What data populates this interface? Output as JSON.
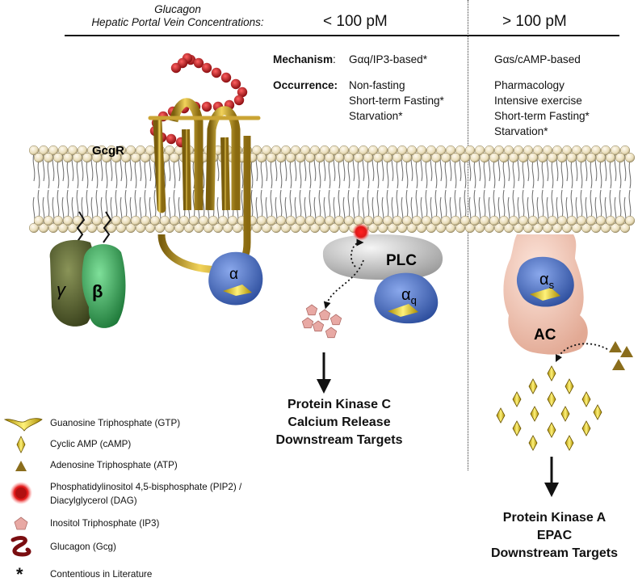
{
  "header": {
    "left_line1": "Glucagon",
    "left_line2": "Hepatic Portal Vein Concentrations:",
    "low_conc": "< 100 pM",
    "high_conc": "> 100 pM"
  },
  "low": {
    "mechanism_label": "Mechanism",
    "mechanism_value": "Gαq/IP3-based*",
    "occurrence_label": "Occurrence:",
    "occurrence": [
      "Non-fasting",
      "Short-term Fasting*",
      "Starvation*"
    ],
    "outcomes": [
      "Protein Kinase C",
      "Calcium Release",
      "Downstream Targets"
    ]
  },
  "high": {
    "mechanism_value": "Gαs/cAMP-based",
    "occurrence": [
      "Pharmacology",
      "Intensive exercise",
      "Short-term Fasting*",
      "Starvation*"
    ],
    "outcomes": [
      "Protein Kinase A",
      "EPAC",
      "Downstream Targets"
    ]
  },
  "diagram_labels": {
    "receptor": "GcgR",
    "gamma": "γ",
    "beta": "β",
    "alpha": "α",
    "plc": "PLC",
    "alpha_q": "α",
    "alpha_q_sub": "q",
    "alpha_s": "α",
    "alpha_s_sub": "s",
    "ac": "AC"
  },
  "legend": [
    {
      "icon": "gtp-icon",
      "label": "Guanosine Triphosphate (GTP)"
    },
    {
      "icon": "camp-icon",
      "label": "Cyclic AMP (cAMP)"
    },
    {
      "icon": "atp-icon",
      "label": "Adenosine Triphosphate (ATP)"
    },
    {
      "icon": "pip2-icon",
      "label": "Phosphatidylinositol 4,5-bisphosphate (PIP2) /"
    },
    {
      "icon": "pip2-icon",
      "label": "Diacylglycerol (DAG)"
    },
    {
      "icon": "ip3-icon",
      "label": "Inositol Triphosphate (IP3)"
    },
    {
      "icon": "glucagon-icon",
      "label": "Glucagon (Gcg)"
    },
    {
      "icon": "asterisk-icon",
      "label": "Contentious in Literature"
    }
  ],
  "colors": {
    "membrane_head": "#eee3c4",
    "receptor_gold": "#c9a227",
    "glucagon_red": "#c0151a",
    "g_alpha_blue": "#4f74c9",
    "g_beta_green": "#3aa45a",
    "g_gamma_olive": "#5a6432",
    "plc_gray": "#c9c9c9",
    "ac_pink": "#f3c9b8",
    "camp_yellow": "#e0cc2a",
    "ip3_pink": "#e8a9a4"
  }
}
